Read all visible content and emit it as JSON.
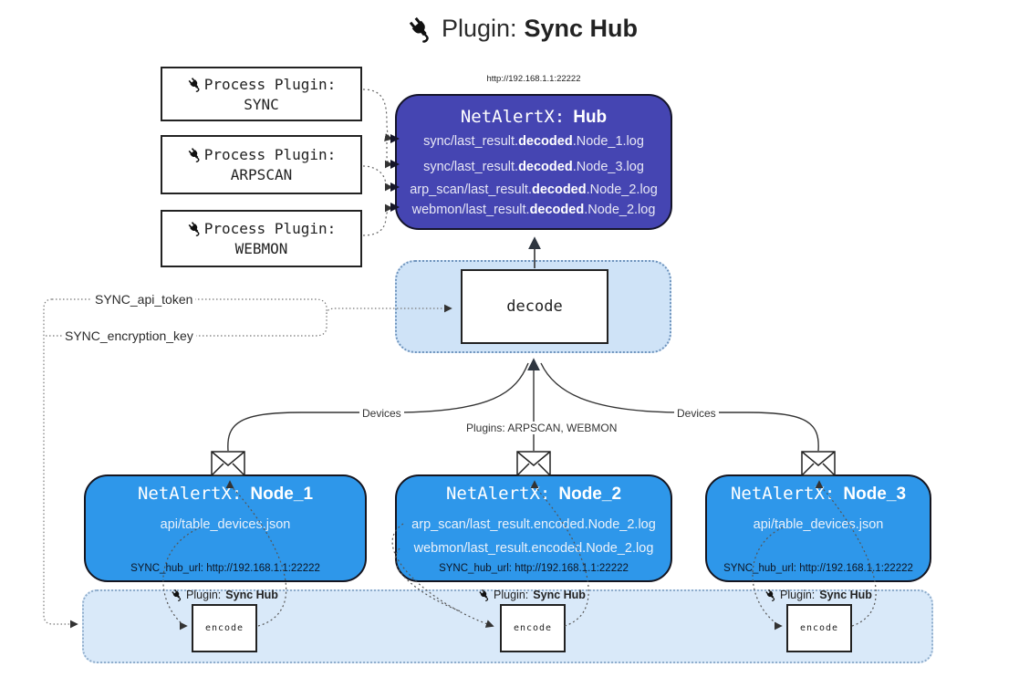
{
  "title": {
    "prefix": "Plugin:",
    "name": "Sync Hub"
  },
  "process_plugins": {
    "label": "Process Plugin:",
    "items": [
      {
        "name": "SYNC"
      },
      {
        "name": "ARPSCAN"
      },
      {
        "name": "WEBMON"
      }
    ]
  },
  "hub": {
    "url": "http://192.168.1.1:22222",
    "title_mono": "NetAlertX:",
    "title_bold": "Hub",
    "logs": [
      {
        "pre": "sync/last_result.",
        "bold": "decoded",
        "post": ".Node_1.log"
      },
      {
        "pre": "sync/last_result.",
        "bold": "decoded",
        "post": ".Node_3.log"
      },
      {
        "pre": "arp_scan/last_result.",
        "bold": "decoded",
        "post": ".Node_2.log"
      },
      {
        "pre": "webmon/last_result.",
        "bold": "decoded",
        "post": ".Node_2.log"
      }
    ]
  },
  "decode": {
    "label": "decode"
  },
  "settings": {
    "api_token": "SYNC_api_token",
    "encryption_key": "SYNC_encryption_key"
  },
  "edges": {
    "devices_left": "Devices",
    "devices_right": "Devices",
    "plugins_middle": "Plugins: ARPSCAN, WEBMON"
  },
  "nodes": [
    {
      "title_mono": "NetAlertX:",
      "title_bold": "Node_1",
      "lines": [
        "api/table_devices.json"
      ],
      "footer": "SYNC_hub_url: http://192.168.1.1:22222"
    },
    {
      "title_mono": "NetAlertX:",
      "title_bold": "Node_2",
      "lines": [
        "arp_scan/last_result.encoded.Node_2.log",
        "webmon/last_result.encoded.Node_2.log"
      ],
      "footer": "SYNC_hub_url: http://192.168.1.1:22222"
    },
    {
      "title_mono": "NetAlertX:",
      "title_bold": "Node_3",
      "lines": [
        "api/table_devices.json"
      ],
      "footer": "SYNC_hub_url: http://192.168.1.1:22222"
    }
  ],
  "band": {
    "plugin_prefix": "Plugin:",
    "plugin_bold": "Sync Hub",
    "encode_label": "encode"
  },
  "colors": {
    "hub_fill": "#4545b2",
    "node_fill": "#2e97ea",
    "band_fill": "#d9e9f9",
    "container_fill": "#cfe3f7"
  }
}
